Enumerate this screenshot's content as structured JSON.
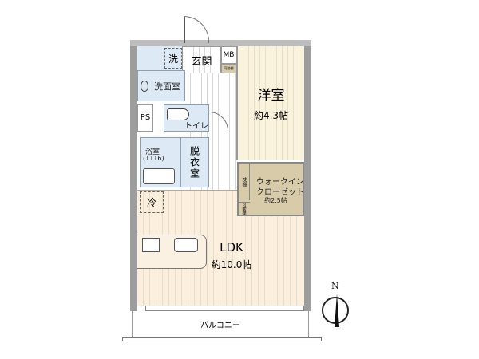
{
  "rooms": {
    "laundry": "洗",
    "entrance": "玄関",
    "mb": "MB",
    "mb_shelf": "可動棚",
    "western_room": {
      "name": "洋室",
      "size": "約4.3帖"
    },
    "washroom": "洗面室",
    "ps": "PS",
    "toilet": "トイレ",
    "bathroom": {
      "name": "浴室",
      "size": "(1116)"
    },
    "dressing": "脱衣室",
    "wic": {
      "name_line1": "ウォークイン",
      "name_line2": "クローゼット",
      "size": "約2.5帖",
      "pillow_shelf": "枕棚",
      "shelf": "可動棚"
    },
    "fridge": "冷",
    "ldk": {
      "name": "LDK",
      "size": "約10.0帖"
    },
    "balcony": "バルコニー"
  },
  "compass": {
    "north": "N"
  },
  "colors": {
    "wall": "#9d9d9d",
    "wet_area": "#dde9f4",
    "wic": "#d8cba9",
    "floor": "#faeedd"
  }
}
